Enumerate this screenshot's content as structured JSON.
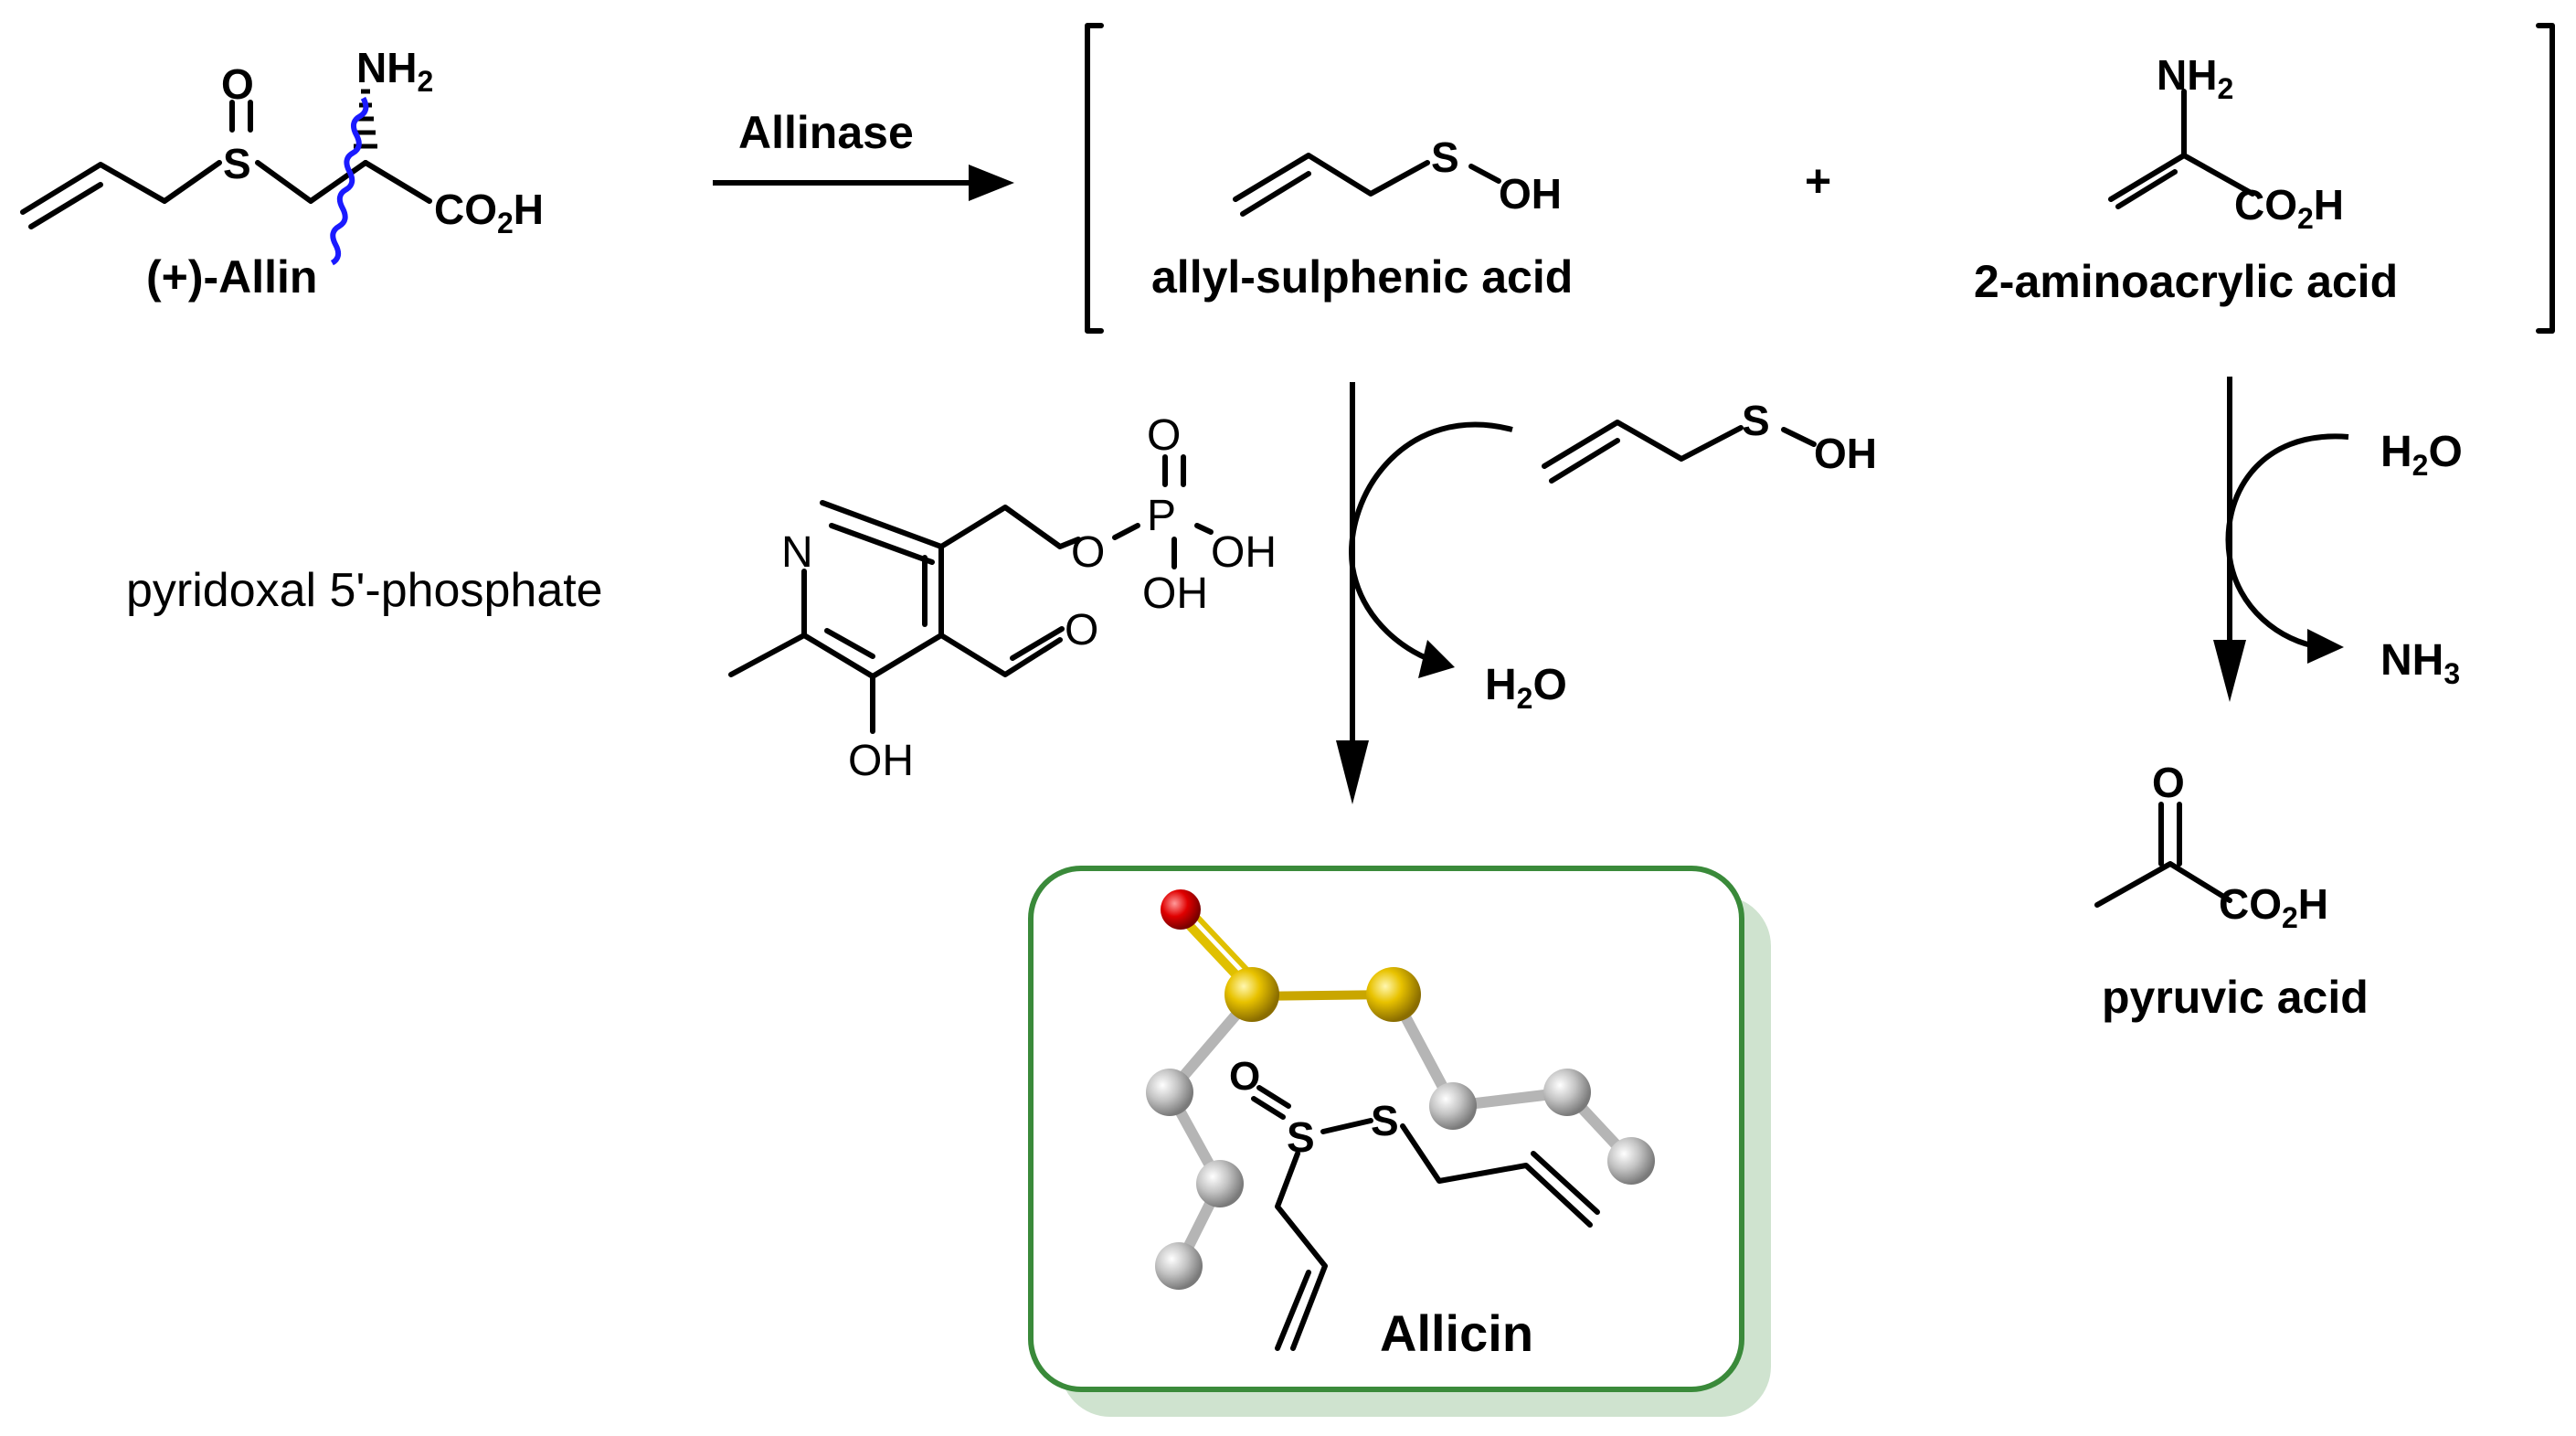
{
  "compounds": {
    "allin": {
      "label": "(+)-Allin",
      "atoms": {
        "o": "O",
        "s": "S",
        "n": "NH",
        "n_sub": "2",
        "co2h_a": "CO",
        "co2h_sub": "2",
        "co2h_b": "H"
      }
    },
    "allyl_sulphenic_acid": {
      "label": "allyl-sulphenic acid",
      "atoms": {
        "s": "S",
        "oh": "OH"
      }
    },
    "aminoacrylic_acid": {
      "label": "2-aminoacrylic acid",
      "atoms": {
        "n": "NH",
        "n_sub": "2",
        "co2h_a": "CO",
        "co2h_sub": "2",
        "co2h_b": "H"
      }
    },
    "plp": {
      "label": "pyridoxal 5'-phosphate",
      "atoms": {
        "n": "N",
        "o_ether": "O",
        "p": "P",
        "o_top": "O",
        "oh_right": "OH",
        "oh_bottom": "OH",
        "o_ald": "O",
        "oh_ring": "OH"
      }
    },
    "sulphenic_reagent": {
      "atoms": {
        "s": "S",
        "oh": "OH"
      }
    },
    "allicin": {
      "label": "Allicin",
      "atoms": {
        "o": "O",
        "s1": "S",
        "s2": "S"
      }
    },
    "pyruvic_acid": {
      "label": "pyruvic acid",
      "atoms": {
        "o": "O",
        "co2h_a": "CO",
        "co2h_sub": "2",
        "co2h_b": "H"
      }
    }
  },
  "reaction": {
    "enzyme": "Allinase",
    "plus": "+",
    "water_out": {
      "a": "H",
      "sub": "2",
      "b": "O"
    },
    "water_in": {
      "a": "H",
      "sub": "2",
      "b": "O"
    },
    "ammonia_out": {
      "a": "NH",
      "sub": "3"
    }
  },
  "colors": {
    "sulfur": "#e6e600",
    "sulfur_ball": "#d4af00",
    "oxygen": "#e60000",
    "carbon_ball": "#bdbdbd",
    "cleavage": "#1a1aff",
    "box_border": "#3a8a3a",
    "box_shadow": "#cfe3cf"
  }
}
